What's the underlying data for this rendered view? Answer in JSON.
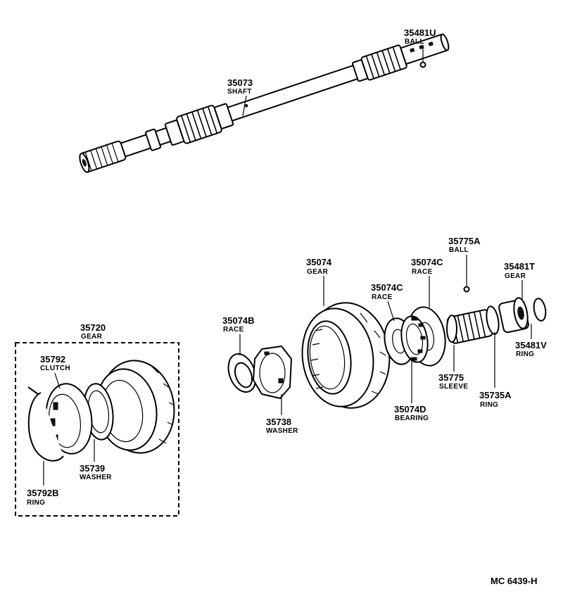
{
  "parts": [
    {
      "id": "ball-35481u",
      "number": "35481U",
      "name": "BALL"
    },
    {
      "id": "shaft-35073",
      "number": "35073",
      "name": "SHAFT"
    },
    {
      "id": "ball-35775a",
      "number": "35775A",
      "name": "BALL"
    },
    {
      "id": "gear-35074",
      "number": "35074",
      "name": "GEAR"
    },
    {
      "id": "race-35074c-upper",
      "number": "35074C",
      "name": "RACE"
    },
    {
      "id": "gear-35481t",
      "number": "35481T",
      "name": "GEAR"
    },
    {
      "id": "race-35074c-lower",
      "number": "35074C",
      "name": "RACE"
    },
    {
      "id": "race-35074b",
      "number": "35074B",
      "name": "RACE"
    },
    {
      "id": "gear-35720",
      "number": "35720",
      "name": "GEAR"
    },
    {
      "id": "ring-35481v",
      "number": "35481V",
      "name": "RING"
    },
    {
      "id": "clutch-35792",
      "number": "35792",
      "name": "CLUTCH"
    },
    {
      "id": "sleeve-35775",
      "number": "35775",
      "name": "SLEEVE"
    },
    {
      "id": "bearing-35074d",
      "number": "35074D",
      "name": "BEARING"
    },
    {
      "id": "ring-35735a",
      "number": "35735A",
      "name": "RING"
    },
    {
      "id": "washer-35738",
      "number": "35738",
      "name": "WASHER"
    },
    {
      "id": "washer-35739",
      "number": "35739",
      "name": "WASHER"
    },
    {
      "id": "ring-35792b",
      "number": "35792B",
      "name": "RING"
    }
  ],
  "drawing_code": "MC 6439-H"
}
